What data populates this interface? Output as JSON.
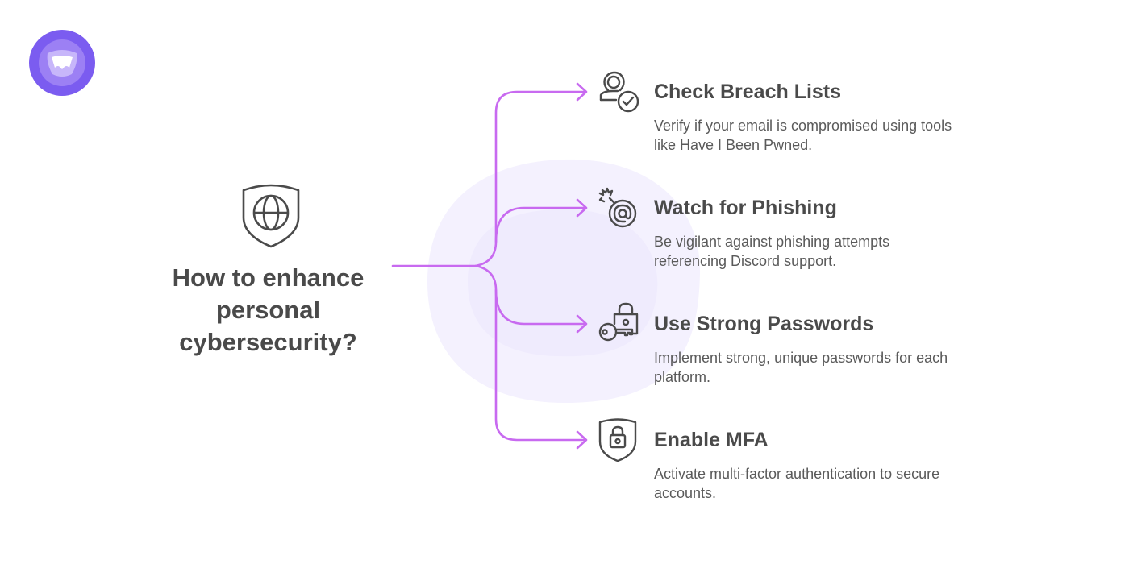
{
  "logo": {
    "icon": "app-logo-icon",
    "colors": {
      "outer": "#7b5cf0",
      "mid": "#a58af5",
      "inner": "#d8ccfb"
    }
  },
  "colors": {
    "connector": "#c86af0",
    "text": "#4a4a4a",
    "blob": "#f3f0fe",
    "blob_inner": "#ece8fd"
  },
  "root": {
    "icon": "shield-globe-icon",
    "title": "How to enhance personal cybersecurity?"
  },
  "items": [
    {
      "icon": "user-check-icon",
      "title": "Check Breach Lists",
      "description": "Verify if your email is compromised using tools like Have I Been Pwned."
    },
    {
      "icon": "email-bomb-icon",
      "title": "Watch for Phishing",
      "description": "Be vigilant against phishing attempts referencing Discord support."
    },
    {
      "icon": "key-lock-icon",
      "title": "Use Strong Passwords",
      "description": "Implement strong, unique passwords for each platform."
    },
    {
      "icon": "shield-lock-icon",
      "title": "Enable MFA",
      "description": "Activate multi-factor authentication to secure accounts."
    }
  ]
}
